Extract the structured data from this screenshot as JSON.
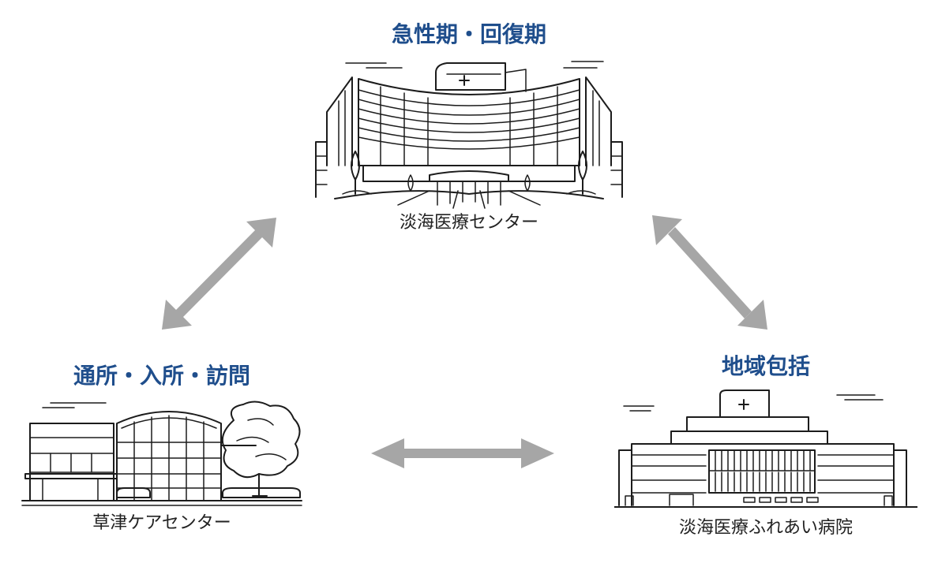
{
  "colors": {
    "title": "#1f4e8c",
    "label": "#222222",
    "arrow": "#a6a6a6",
    "line": "#1c1c1c"
  },
  "nodes": {
    "top": {
      "title": "急性期・回復期",
      "label": "淡海医療センター",
      "icon": "hospital-tower-building-icon"
    },
    "left": {
      "title": "通所・入所・訪問",
      "label": "草津ケアセンター",
      "icon": "care-center-building-icon"
    },
    "right": {
      "title": "地域包括",
      "label": "淡海医療ふれあい病院",
      "icon": "community-hospital-building-icon"
    }
  },
  "connections": [
    {
      "from": "top",
      "to": "left",
      "style": "double-arrow"
    },
    {
      "from": "top",
      "to": "right",
      "style": "double-arrow"
    },
    {
      "from": "left",
      "to": "right",
      "style": "double-arrow"
    }
  ]
}
